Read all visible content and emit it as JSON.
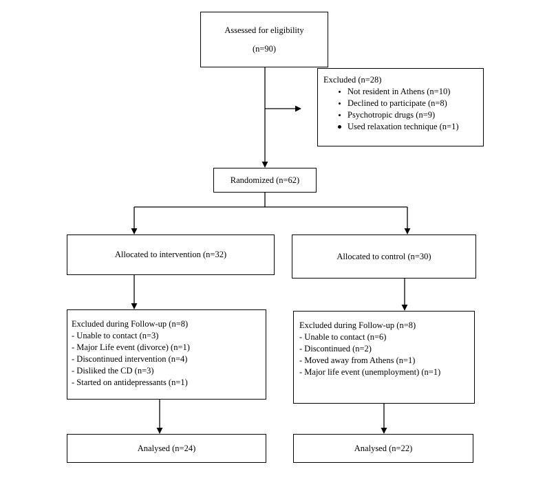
{
  "flow": {
    "eligibility": {
      "line1": "Assessed for eligibility",
      "line2": "(n=90)"
    },
    "excluded": {
      "title": "Excluded (n=28)",
      "items": [
        "Not resident in Athens (n=10)",
        "Declined to participate (n=8)",
        "Psychotropic drugs (n=9)",
        "Used relaxation technique (n=1)"
      ]
    },
    "randomized": "Randomized (n=62)",
    "intervention": {
      "allocated": "Allocated to intervention (n=32)",
      "followup_title": "Excluded during Follow-up (n=8)",
      "followup_items": [
        "- Unable to contact (n=3)",
        "- Major Life event (divorce) (n=1)",
        "- Discontinued intervention (n=4)",
        "- Disliked the CD (n=3)",
        "- Started on antidepressants (n=1)"
      ],
      "analysed": "Analysed (n=24)"
    },
    "control": {
      "allocated": "Allocated to control (n=30)",
      "followup_title": "Excluded during Follow-up (n=8)",
      "followup_items": [
        "- Unable to contact (n=6)",
        "- Discontinued (n=2)",
        "- Moved away from Athens (n=1)",
        "- Major life event (unemployment) (n=1)"
      ],
      "analysed": "Analysed (n=22)"
    }
  },
  "colors": {
    "line": "#000000",
    "background": "#ffffff"
  }
}
